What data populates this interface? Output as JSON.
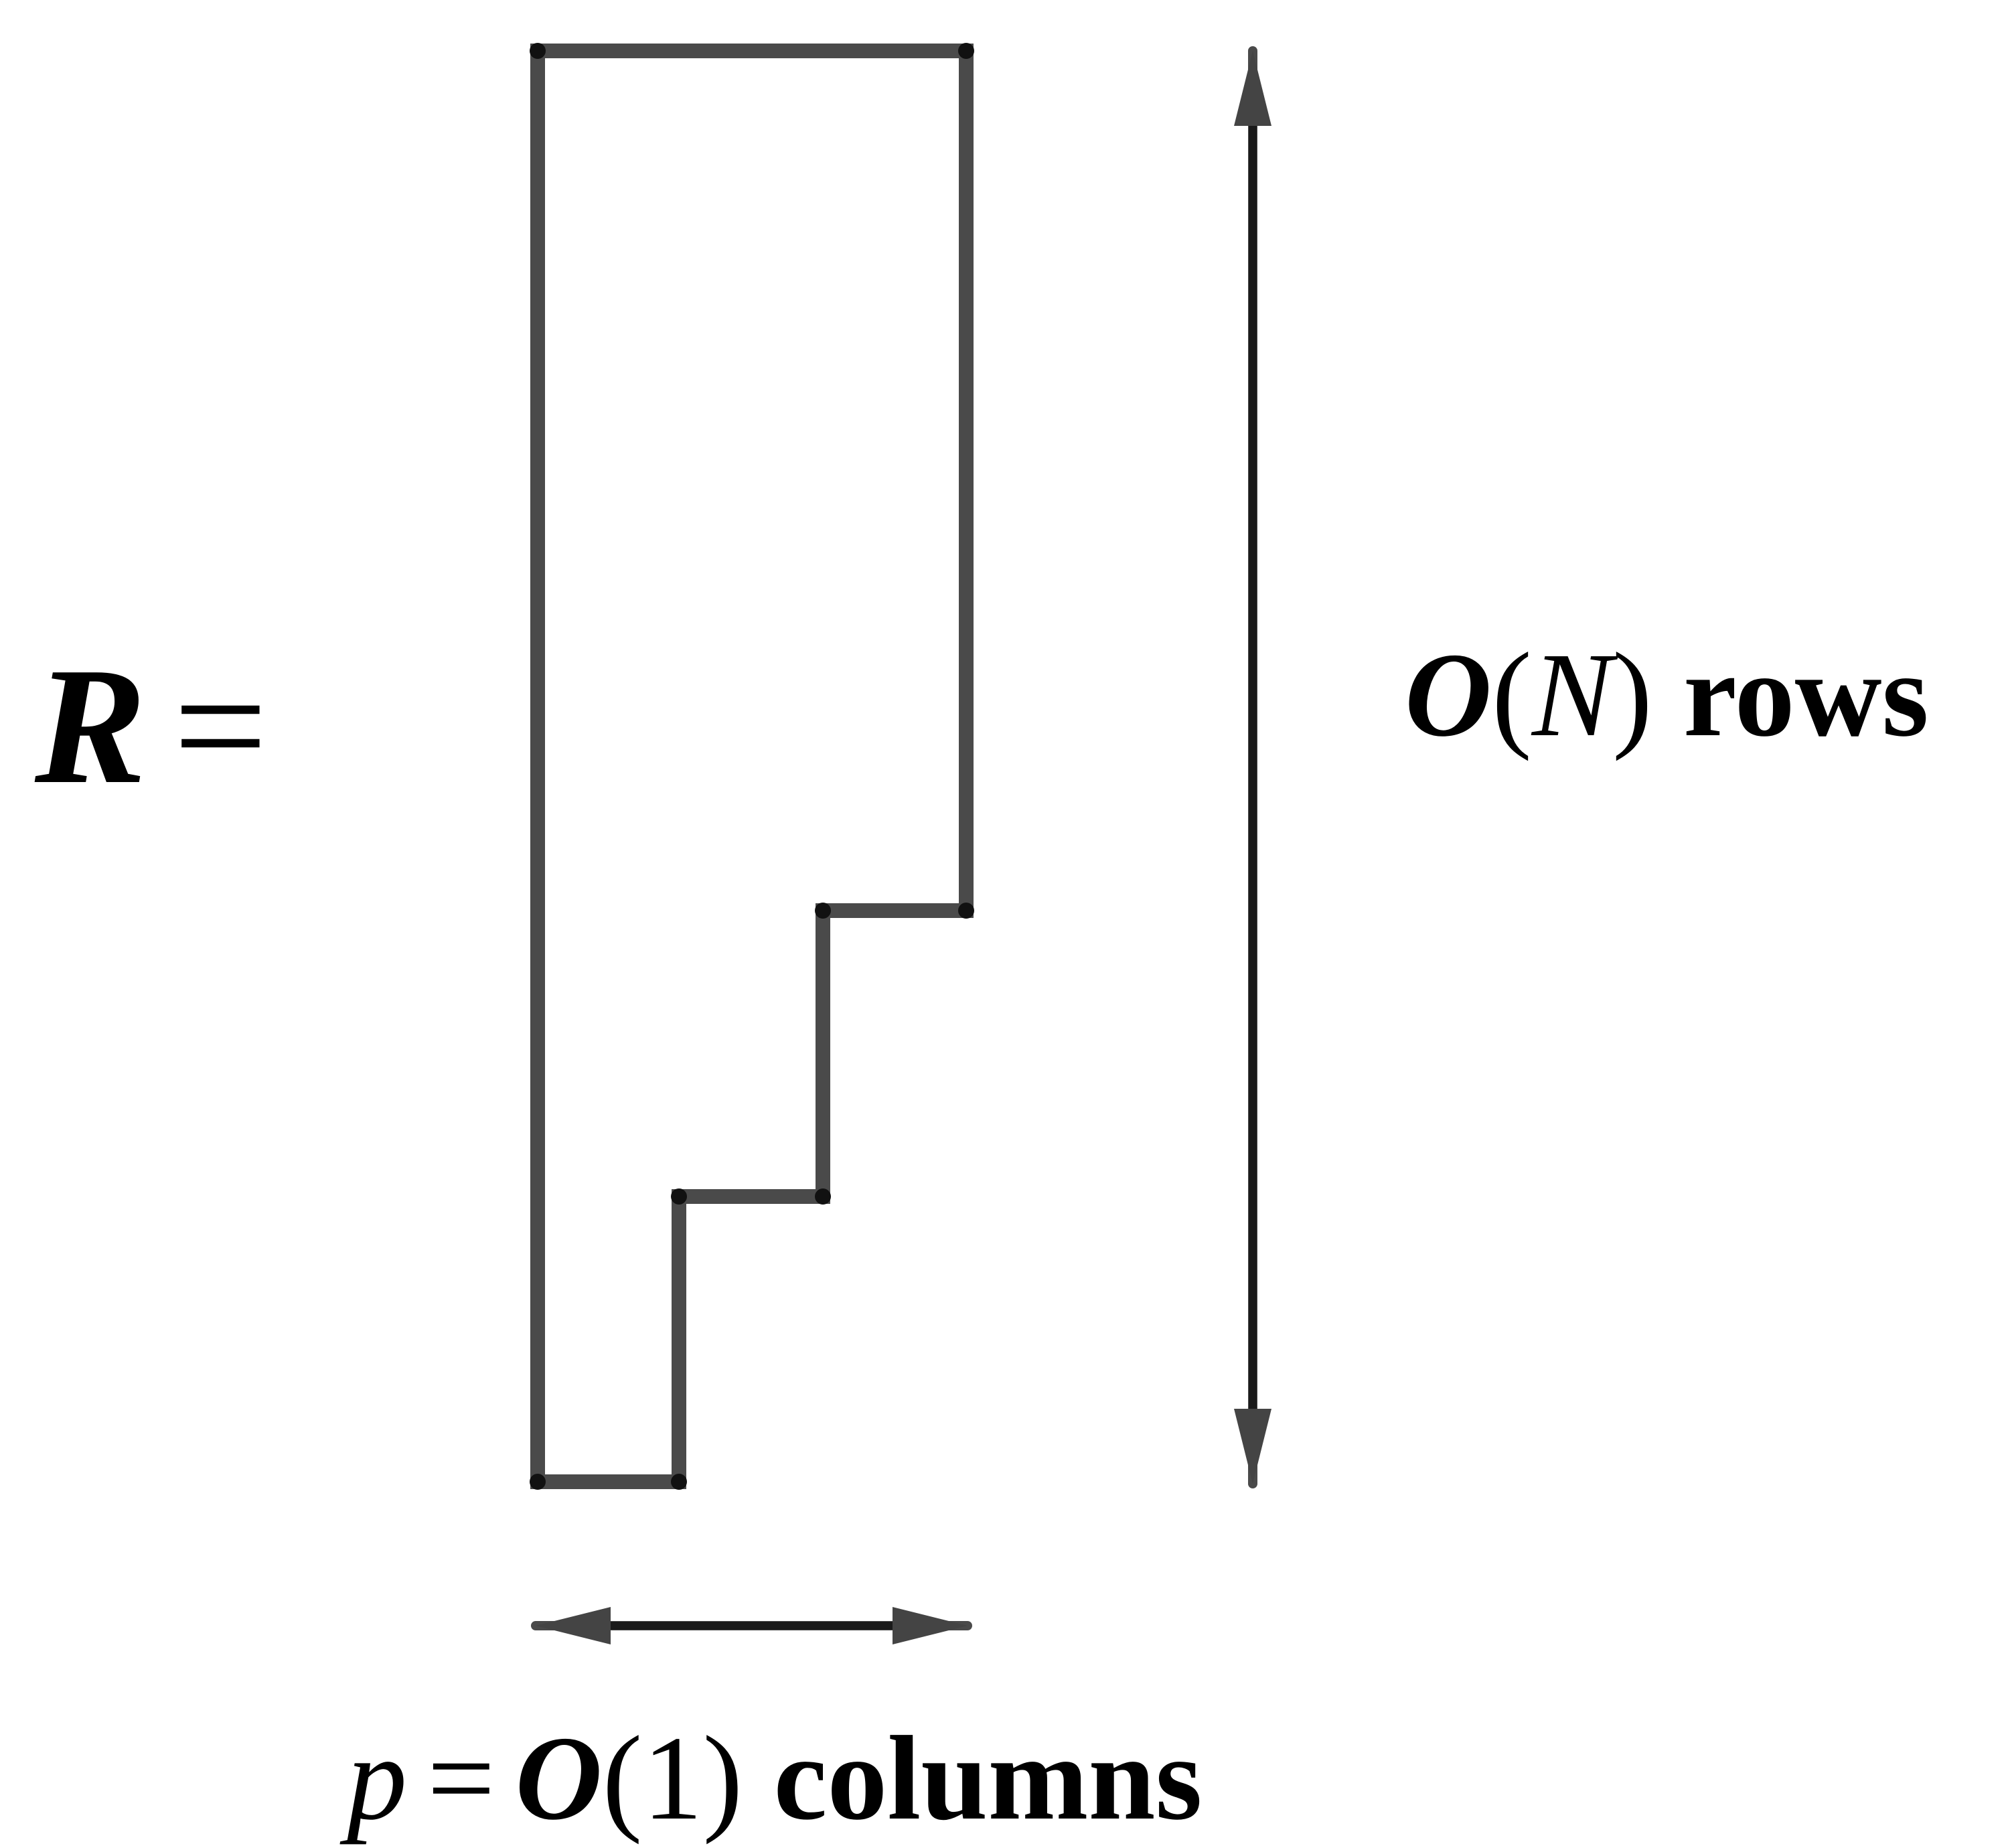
{
  "matrix_label": {
    "name": "R",
    "relation": "="
  },
  "rows_label": {
    "order": "O",
    "open": "(",
    "arg": "N",
    "close": ")",
    "unit": "rows"
  },
  "cols_label": {
    "var": "p",
    "relation": "=",
    "order": "O",
    "open": "(",
    "arg": "1",
    "close": ")",
    "unit": "columns"
  },
  "colors": {
    "outline": "#4a4a4a",
    "arrow": "#1a1a1a",
    "joint": "#111111"
  }
}
